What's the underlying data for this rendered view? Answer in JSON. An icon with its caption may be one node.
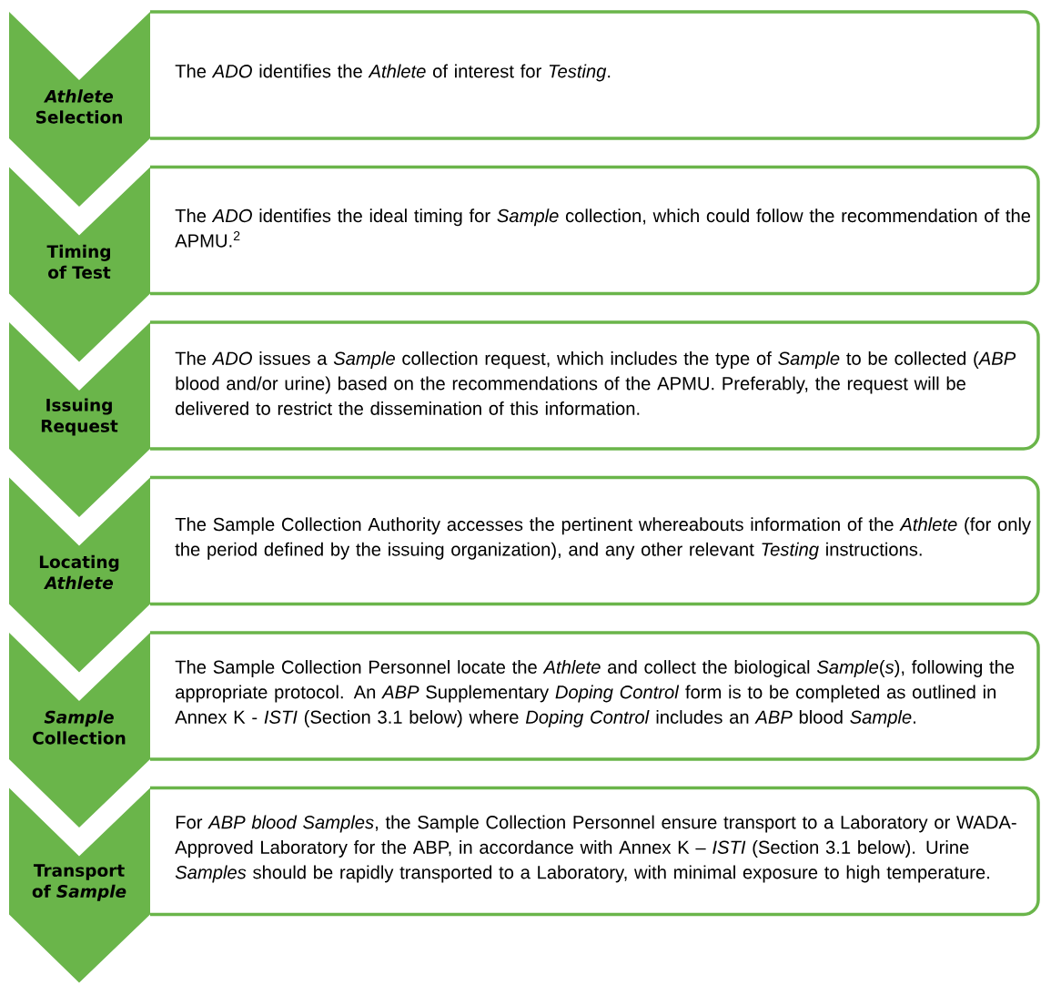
{
  "diagram": {
    "nodes": [
      {
        "text": [
          "*Athlete* Selection"
        ]
      },
      {
        "text": [
          "The *ADO* identifies the *Athlete* of interest for *Testing*."
        ]
      },
      {
        "text": [
          "Timing of Test"
        ]
      },
      {
        "text": [
          "The *ADO* identifies the ideal timing for *Sample* collection, which could follow the recommendation of the APMU.$^{2}$"
        ]
      },
      {
        "text": [
          "Issuing Request"
        ]
      },
      {
        "text": [
          "The *ADO* issues a *Sample* collection request, which includes the type of *Sample* to be collected (*ABP* blood and/or urine) based on the recommendations of the APMU. Preferably, the request will be delivered to restrict the dissemination of this information."
        ]
      },
      {
        "text": [
          "Locating *Athlete*"
        ]
      },
      {
        "text": [
          "The Sample Collection Authority accesses the pertinent whereabouts information of the *Athlete* (for only the period defined by the issuing organization), and any other relevant *Testing* instructions."
        ]
      },
      {
        "text": [
          "*Sample* Collection"
        ]
      },
      {
        "text": [
          "The Sample Collection Personnel locate the *Athlete* and collect the biological *Sample*(*s*), following the appropriate protocol. An *ABP* Supplementary *Doping Control* form is to be completed as outlined in Annex K - *ISTI* (Section 3.1 below) where *Doping Control* includes an *ABP* blood *Sample*."
        ]
      },
      {
        "text": [
          "Transport of *Sample*"
        ]
      },
      {
        "text": [
          "For *ABP blood Samples*, the Sample Collection Personnel ensure transport to a Laboratory or WADA-Approved Laboratory for the ABP, in accordance with Annex K – *ISTI* (Section 3.1 below). Urine *Samples* should be rapidly transported to a Laboratory, with minimal exposure to high temperature."
        ]
      }
    ]
  }
}
